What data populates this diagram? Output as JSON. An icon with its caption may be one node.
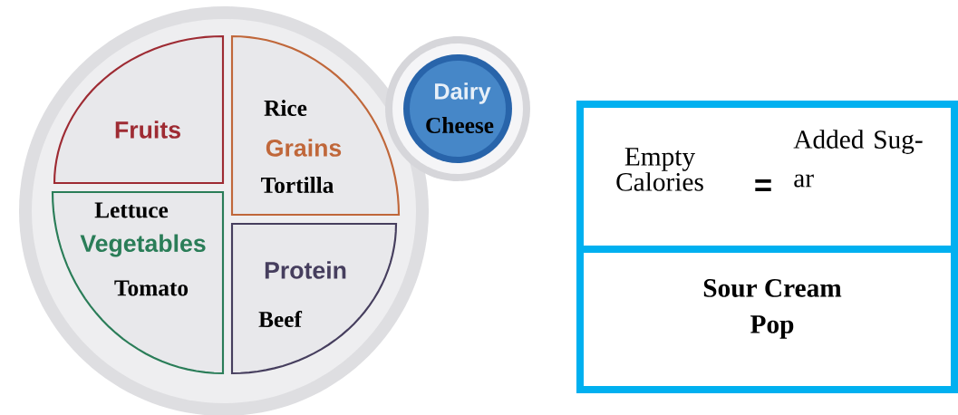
{
  "diagram": {
    "nodes": [
      {
        "text": [],
        "shape": "circle"
      },
      {
        "text": [
          "Fruits"
        ],
        "in": 0
      },
      {
        "text": [
          "Rice",
          "Grains",
          "Tortilla"
        ],
        "in": 0
      },
      {
        "text": [
          "Lettuce",
          "Vegetables",
          "Tomato"
        ],
        "in": 0
      },
      {
        "text": [
          "Protein",
          "Beef"
        ],
        "in": 0
      },
      {
        "text": [
          "Dairy",
          "Cheese"
        ]
      },
      {
        "text": [
          "Empty Calories",
          "=",
          "Added Sug- ar"
        ]
      },
      {
        "text": [
          "Sour Cream",
          "Pop"
        ]
      }
    ]
  }
}
